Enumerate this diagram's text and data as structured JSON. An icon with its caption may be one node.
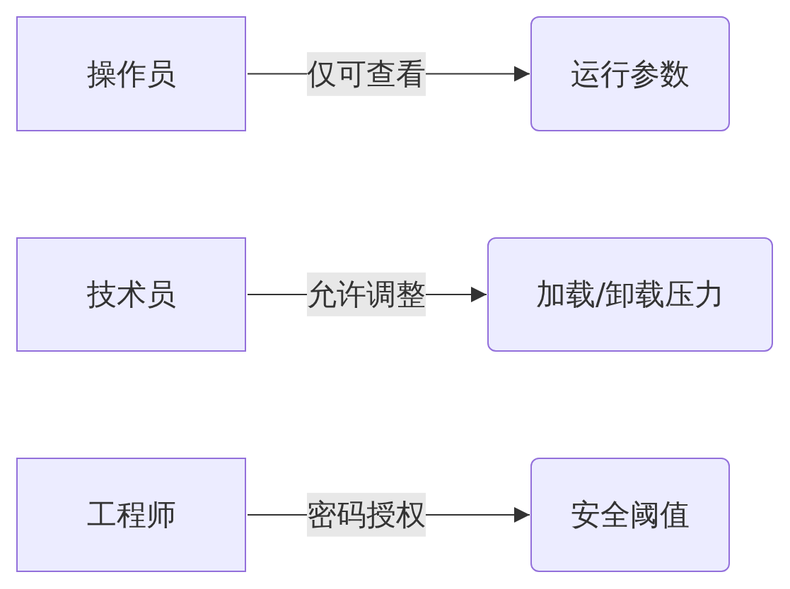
{
  "diagram": {
    "nodes": [
      {
        "text": [
          "操作员"
        ]
      },
      {
        "text": [
          "运行参数"
        ]
      },
      {
        "text": [
          "技术员"
        ]
      },
      {
        "text": [
          "加载/卸载压力"
        ]
      },
      {
        "text": [
          "工程师"
        ]
      },
      {
        "text": [
          "安全阈值"
        ]
      }
    ],
    "edges": [
      {
        "from": 0,
        "to": 1,
        "arrow": "to",
        "label": "仅可查看"
      },
      {
        "from": 2,
        "to": 3,
        "arrow": "to",
        "label": "允许调整"
      },
      {
        "from": 4,
        "to": 5,
        "arrow": "to",
        "label": "密码授权"
      }
    ]
  }
}
